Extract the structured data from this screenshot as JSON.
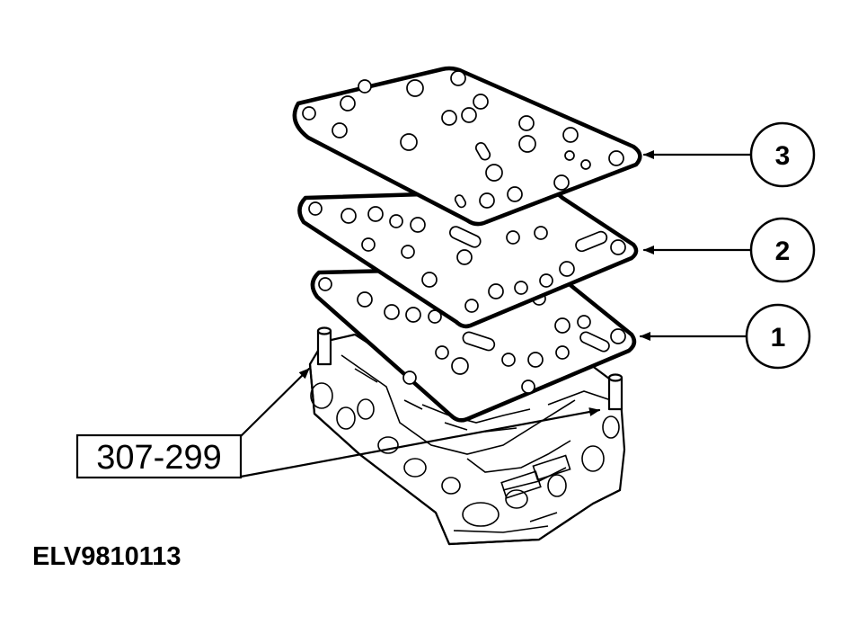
{
  "callouts": [
    {
      "id": "3",
      "label": "3"
    },
    {
      "id": "2",
      "label": "2"
    },
    {
      "id": "1",
      "label": "1"
    }
  ],
  "tool": {
    "label": "307-299"
  },
  "figure_id": "ELV9810113"
}
